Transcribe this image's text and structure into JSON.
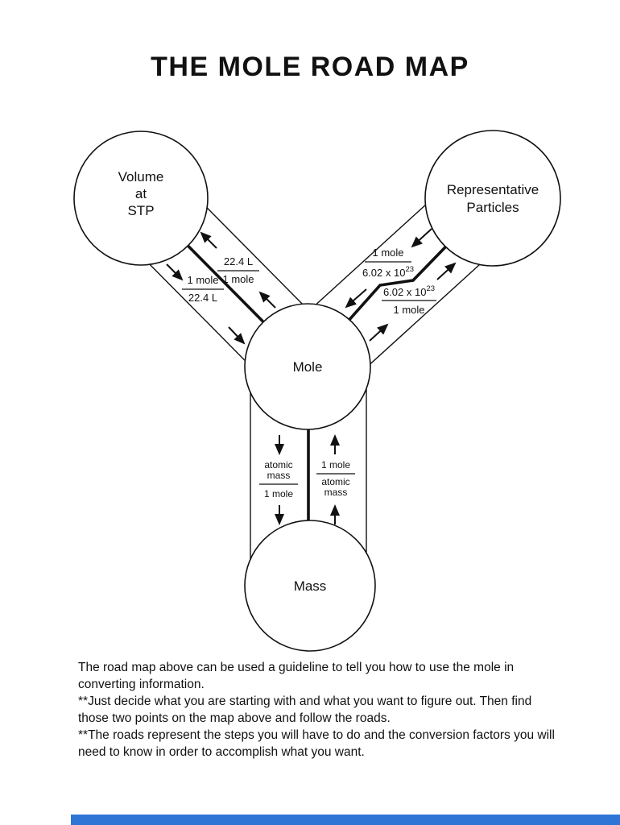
{
  "title": "THE MOLE ROAD MAP",
  "nodes": {
    "volume": {
      "line1": "Volume",
      "line2": "at",
      "line3": "STP"
    },
    "particles": {
      "line1": "Representative",
      "line2": "Particles"
    },
    "mole": {
      "label": "Mole"
    },
    "mass": {
      "label": "Mass"
    }
  },
  "conversions": {
    "mole_to_volume": {
      "num": "22.4 L",
      "den": "1 mole"
    },
    "volume_to_mole": {
      "num": "1 mole",
      "den": "22.4 L"
    },
    "particles_to_mole": {
      "num": "1 mole",
      "den_base": "6.02 x 10",
      "den_exp": "23"
    },
    "mole_to_particles": {
      "num_base": "6.02 x 10",
      "num_exp": "23",
      "den": "1 mole"
    },
    "mole_to_mass": {
      "num_line1": "atomic",
      "num_line2": "mass",
      "den": "1 mole"
    },
    "mass_to_mole": {
      "num": "1 mole",
      "den_line1": "atomic",
      "den_line2": "mass"
    }
  },
  "footer": {
    "lines": [
      "The road map above can be used a guideline to tell you how to use the mole in",
      "converting information.",
      "**Just decide what you are starting with and what you want to figure out.  Then find",
      "those two points on the map above and follow the roads.",
      "**The roads represent the steps you will have to do and the conversion factors you will",
      "need to know in order to accomplish what you want."
    ]
  },
  "colors": {
    "ink": "#111111",
    "footer_bar": "#2e75d6"
  }
}
